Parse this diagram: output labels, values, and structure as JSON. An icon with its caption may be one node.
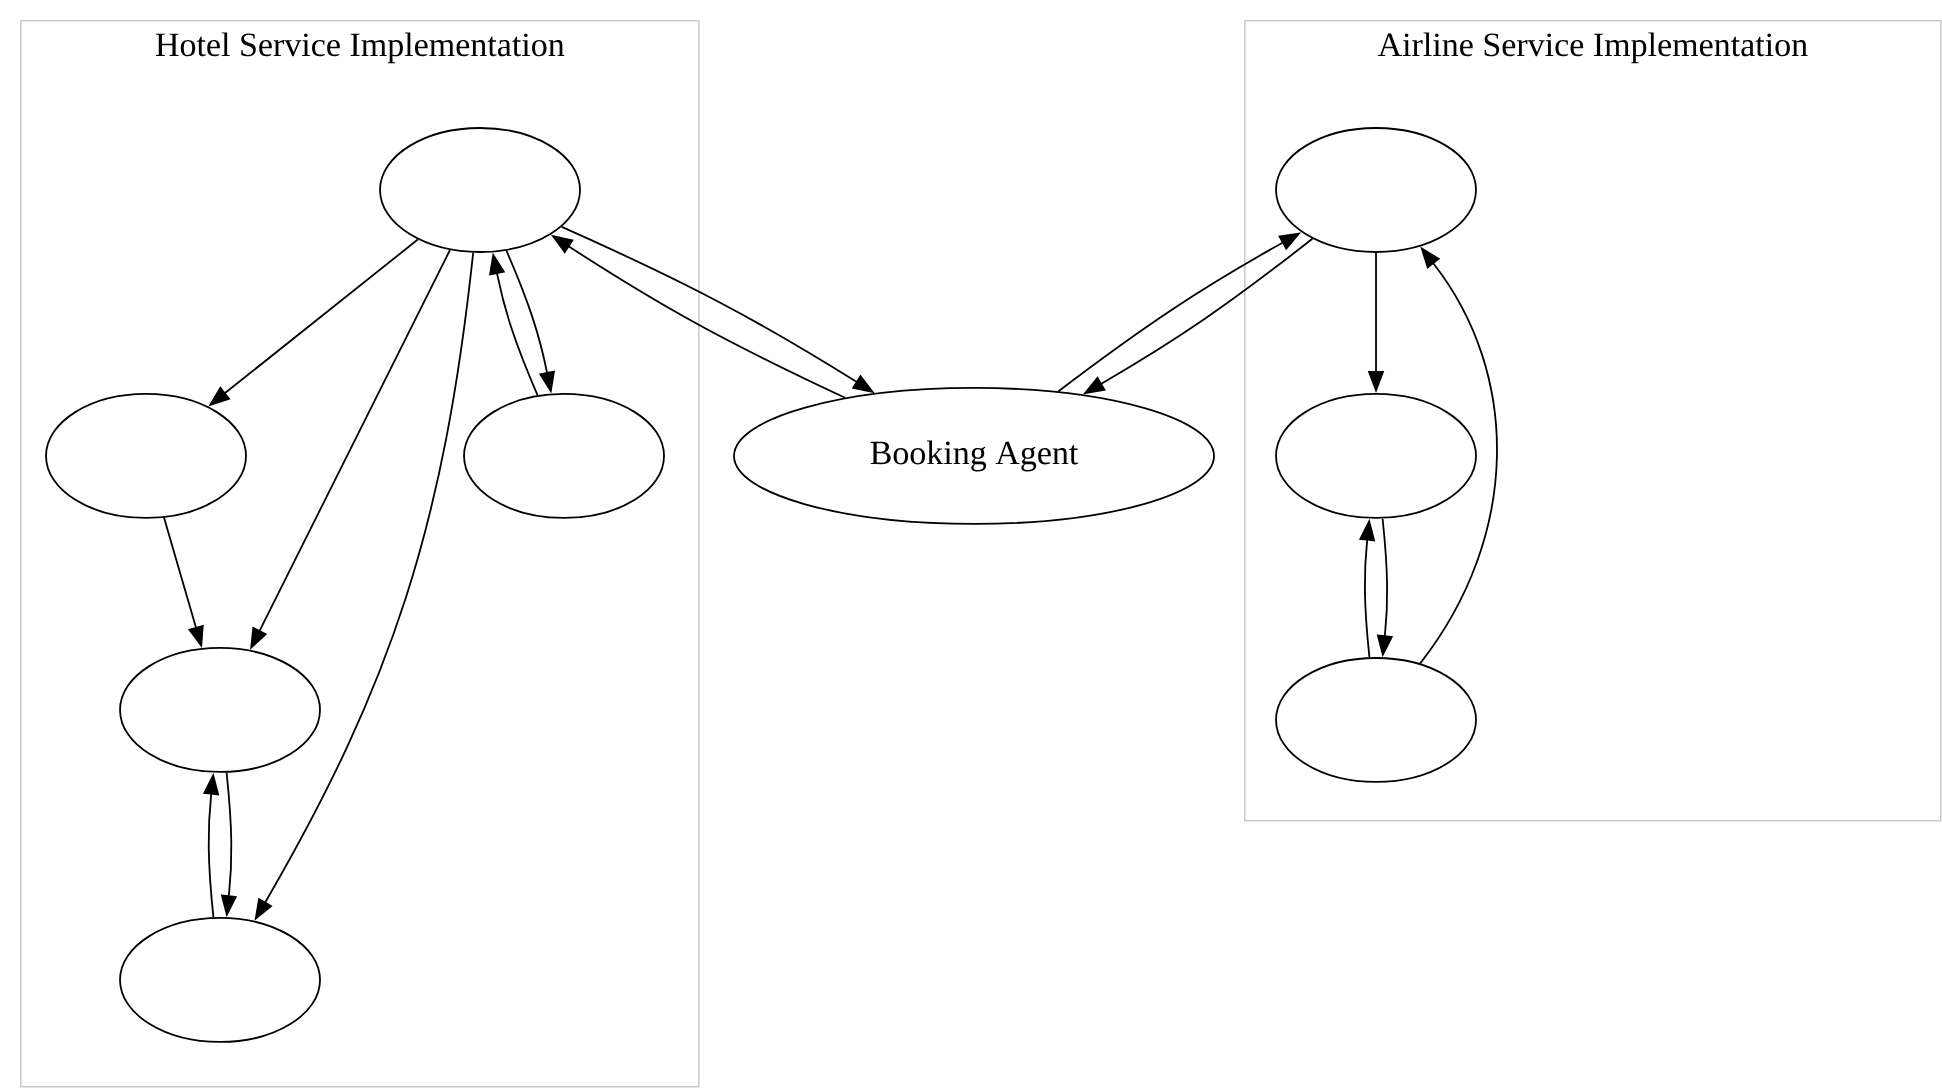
{
  "diagram": {
    "nodes": [
      {
        "text": [
          "Hotel Service Implementation"
        ]
      },
      {
        "text": [],
        "shape": "ellipse",
        "in": 0
      },
      {
        "text": [],
        "shape": "ellipse",
        "in": 0
      },
      {
        "text": [],
        "shape": "ellipse",
        "in": 0
      },
      {
        "text": [],
        "shape": "ellipse",
        "in": 0
      },
      {
        "text": [],
        "shape": "ellipse",
        "in": 0
      },
      {
        "text": [
          "Airline Service Implementation"
        ]
      },
      {
        "text": [],
        "shape": "ellipse",
        "in": 6
      },
      {
        "text": [],
        "shape": "ellipse",
        "in": 6
      },
      {
        "text": [],
        "shape": "ellipse",
        "in": 6
      },
      {
        "text": [
          "Booking Agent"
        ]
      }
    ],
    "edges": [
      {
        "from": 1,
        "to": 2,
        "arrow": "to"
      },
      {
        "from": 1,
        "to": 4,
        "arrow": "to"
      },
      {
        "from": 1,
        "to": 5,
        "arrow": "to"
      },
      {
        "from": 1,
        "to": 3,
        "arrow": "to"
      },
      {
        "from": 3,
        "to": 1,
        "arrow": "to"
      },
      {
        "from": 2,
        "to": 4,
        "arrow": "to"
      },
      {
        "from": 4,
        "to": 5,
        "arrow": "to"
      },
      {
        "from": 5,
        "to": 4,
        "arrow": "to"
      },
      {
        "from": 1,
        "to": 10,
        "arrow": "to"
      },
      {
        "from": 10,
        "to": 1,
        "arrow": "to"
      },
      {
        "from": 7,
        "to": 10,
        "arrow": "to"
      },
      {
        "from": 10,
        "to": 7,
        "arrow": "to"
      },
      {
        "from": 7,
        "to": 8,
        "arrow": "to"
      },
      {
        "from": 8,
        "to": 9,
        "arrow": "to"
      },
      {
        "from": 9,
        "to": 8,
        "arrow": "to"
      },
      {
        "from": 9,
        "to": 7,
        "arrow": "to"
      }
    ]
  }
}
